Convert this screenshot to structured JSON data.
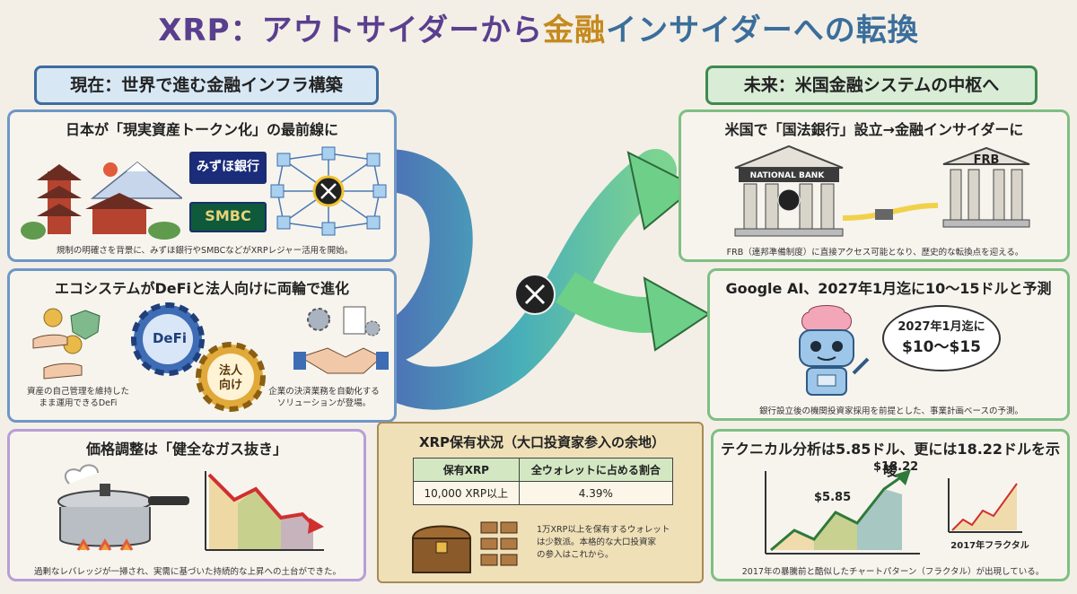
{
  "title": {
    "part1": "XRP：アウトサイダーから",
    "part2": "金融",
    "part3": "インサイダーへの転換"
  },
  "left_header": "現在：世界で進む金融インフラ構築",
  "right_header": "未来：米国金融システムの中枢へ",
  "panel_japan": {
    "title": "日本が「現実資産トークン化」の最前線に",
    "bank1": "みずほ銀行",
    "bank2": "SMBC",
    "caption": "規制の明確さを背景に、みずほ銀行やSMBCなどがXRPレジャー活用を開始。"
  },
  "panel_ecosystem": {
    "title": "エコシステムがDeFiと法人向けに両輪で進化",
    "gear1": "DeFi",
    "gear2_line1": "法人",
    "gear2_line2": "向け",
    "caption_left_line1": "資産の自己管理を維持した",
    "caption_left_line2": "まま運用できるDeFi",
    "caption_right_line1": "企業の決済業務を自動化する",
    "caption_right_line2": "ソリューションが登場。"
  },
  "panel_price": {
    "title": "価格調整は「健全なガス抜き」",
    "caption": "過剰なレバレッジが一掃され、実需に基づいた持続的な上昇への土台ができた。"
  },
  "panel_holdings": {
    "title": "XRP保有状況（大口投資家参入の余地）",
    "table_headers": [
      "保有XRP",
      "全ウォレットに占める割合"
    ],
    "table_rows": [
      [
        "10,000 XRP以上",
        "4.39%"
      ]
    ],
    "caption_line1": "1万XRP以上を保有するウォレット",
    "caption_line2": "は少数派。本格的な大口投資家",
    "caption_line3": "の参入はこれから。"
  },
  "panel_bank": {
    "title": "米国で「国法銀行」設立→金融インサイダーに",
    "building1": "NATIONAL BANK",
    "building2": "FRB",
    "caption": "FRB（連邦準備制度）に直接アクセス可能となり、歴史的な転換点を迎える。"
  },
  "panel_ai": {
    "title": "Google AI、2027年1月迄に10〜15ドルと予測",
    "bubble_line1": "2027年1月迄に",
    "bubble_line2": "$10〜$15",
    "caption": "銀行設立後の機関投資家採用を前提とした、事業計画ベースの予測。"
  },
  "panel_technical": {
    "title": "テクニカル分析は5.85ドル、更には18.22ドルを示唆",
    "label_mid": "$5.85",
    "label_top": "$18.22",
    "fractal_label": "2017年フラクタル",
    "caption": "2017年の暴騰前と酷似したチャートパターン（フラクタル）が出現している。"
  },
  "colors": {
    "title_purple": "#5a3f8f",
    "title_gold": "#c58a1e",
    "left_border": "#6f97c6",
    "right_border": "#7fbf83",
    "price_border": "#b89ed6"
  }
}
